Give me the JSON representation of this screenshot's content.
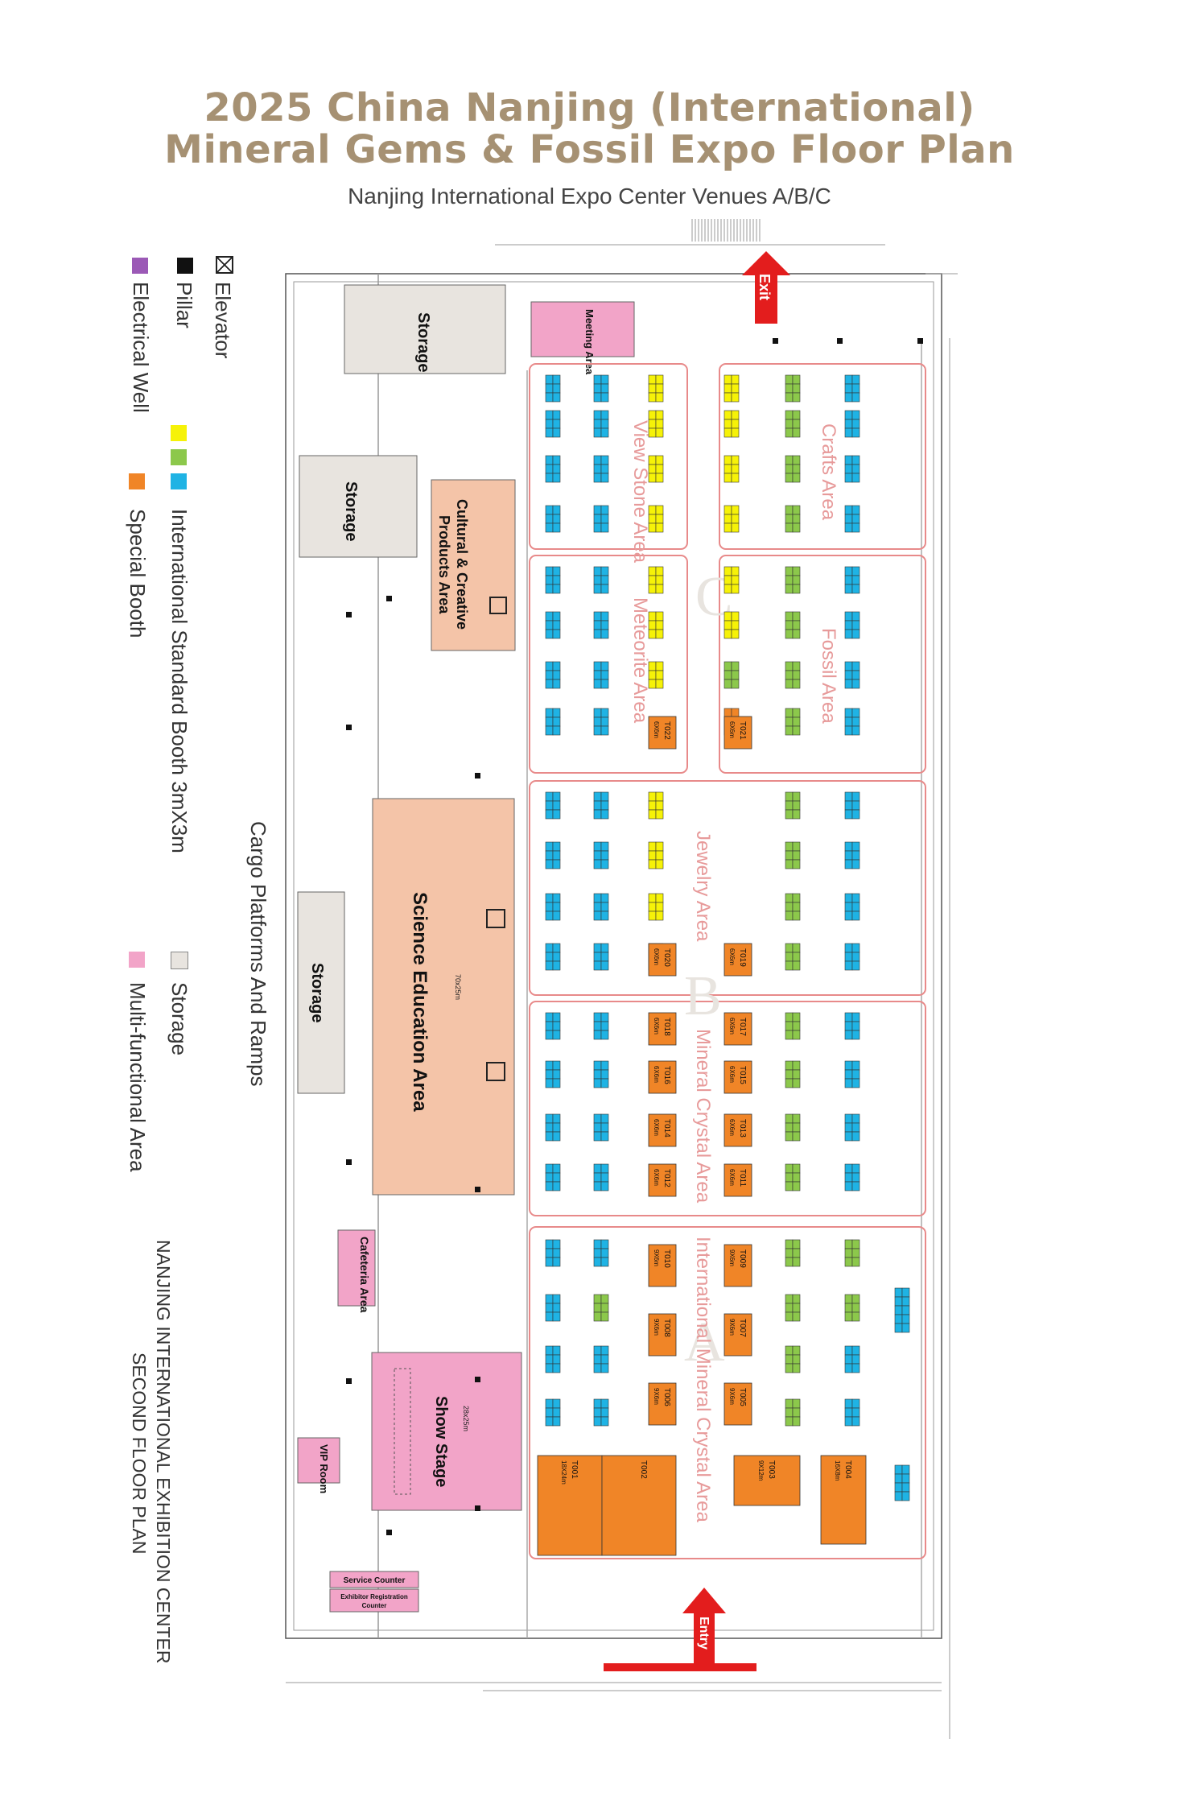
{
  "header": {
    "title_line1": "2025 China Nanjing (International)",
    "title_line2": "Mineral Gems & Fossil Expo Floor Plan",
    "subtitle": "Nanjing International Expo Center Venues A/B/C"
  },
  "legend": {
    "elevator": "Elevator",
    "pillar": "Pillar",
    "electrical_well": "Electrical Well",
    "standard_booth": "International Standard Booth  3mX3m",
    "special_booth": "Special Booth",
    "storage": "Storage",
    "multi_functional": "Multi-functional Area",
    "cargo": "Cargo Platforms And Ramps",
    "venue_note_line1": "NANJING INTERNATIONAL EXHIBITION CENTER",
    "venue_note_line2": "SECOND FLOOR PLAN"
  },
  "colors": {
    "title": "#a69173",
    "blue_booth": "#1fb3e4",
    "green_booth": "#8cc84b",
    "yellow_booth": "#f6f208",
    "special_booth": "#f08527",
    "storage": "#e8e4df",
    "multi_functional": "#f2a4c8",
    "education": "#f4c4a8",
    "area_outline": "#e88a8a",
    "arrow_red": "#e31d1d",
    "electrical_well": "#9b59b6"
  },
  "areas": {
    "view_stone": "View Stone Area",
    "crafts": "Crafts Area",
    "meteorite": "Meteorite Area",
    "fossil": "Fossil Area",
    "jewelry": "Jewelry Area",
    "mineral_crystal": "Mineral Crystal Area",
    "intl_mineral_crystal": "International Mineral Crystal Area",
    "hall_c": "C",
    "hall_b": "B",
    "hall_a": "A"
  },
  "rooms": {
    "storage": "Storage",
    "meeting": "Meeting Area",
    "cultural_line1": "Cultural & Creative",
    "cultural_line2": "Products Area",
    "science_line1": "Science Education  Area",
    "science_size": "70x25m",
    "cafeteria": "Cafeteria Area",
    "show_stage": "Show Stage",
    "show_stage_size": "28x25m",
    "vip": "VIP Room",
    "service_counter": "Service Counter",
    "registration_line1": "Exhibitor Registration",
    "registration_line2": "Counter"
  },
  "arrows": {
    "exit": "Exit",
    "entry": "Entry"
  },
  "special_booths": [
    {
      "id": "T022",
      "size": "6X6m"
    },
    {
      "id": "T021",
      "size": "6X6m"
    },
    {
      "id": "T020",
      "size": "6X6m"
    },
    {
      "id": "T019",
      "size": "6X6m"
    },
    {
      "id": "T018",
      "size": "6X6m"
    },
    {
      "id": "T017",
      "size": "6X6m"
    },
    {
      "id": "T016",
      "size": "6X6m"
    },
    {
      "id": "T015",
      "size": "6X6m"
    },
    {
      "id": "T014",
      "size": "6X6m"
    },
    {
      "id": "T013",
      "size": "6X6m"
    },
    {
      "id": "T012",
      "size": "6X6m"
    },
    {
      "id": "T011",
      "size": "6X6m"
    },
    {
      "id": "T010",
      "size": "9X6m"
    },
    {
      "id": "T009",
      "size": "9X6m"
    },
    {
      "id": "T008",
      "size": "9X6m"
    },
    {
      "id": "T007",
      "size": "9X6m"
    },
    {
      "id": "T006",
      "size": "9X6m"
    },
    {
      "id": "T005",
      "size": "9X6m"
    },
    {
      "id": "T003",
      "size": "9X12m"
    },
    {
      "id": "T004",
      "size": "16X8m"
    },
    {
      "id": "T001",
      "size": "18X24m"
    },
    {
      "id": "T002",
      "size": ""
    }
  ]
}
